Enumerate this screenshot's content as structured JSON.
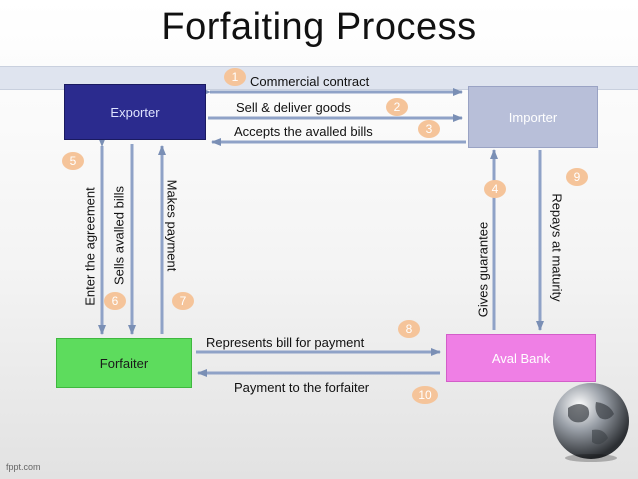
{
  "title": "Forfaiting Process",
  "nodes": {
    "exporter": "Exporter",
    "importer": "Importer",
    "forfaiter": "Forfaiter",
    "aval_bank": "Aval Bank"
  },
  "flows": [
    {
      "step": "1",
      "label": "Commercial contract"
    },
    {
      "step": "2",
      "label": "Sell & deliver goods"
    },
    {
      "step": "3",
      "label": "Accepts the avalled bills"
    },
    {
      "step": "4",
      "label": "Gives guarantee"
    },
    {
      "step": "5",
      "label": "Enter the agreement"
    },
    {
      "step": "6",
      "label": "Sells avalled bills"
    },
    {
      "step": "7",
      "label": "Makes payment"
    },
    {
      "step": "8",
      "label": "Represents bill for payment"
    },
    {
      "step": "9",
      "label": "Repays at maturity"
    },
    {
      "step": "10",
      "label": "Payment to the forfaiter"
    }
  ],
  "footer": "fppt.com",
  "colors": {
    "exporter": "#2b2b8e",
    "importer": "#b8bfd9",
    "forfaiter": "#5ddc5d",
    "aval_bank": "#ef7fe5",
    "step_badge": "#f5c49a"
  }
}
